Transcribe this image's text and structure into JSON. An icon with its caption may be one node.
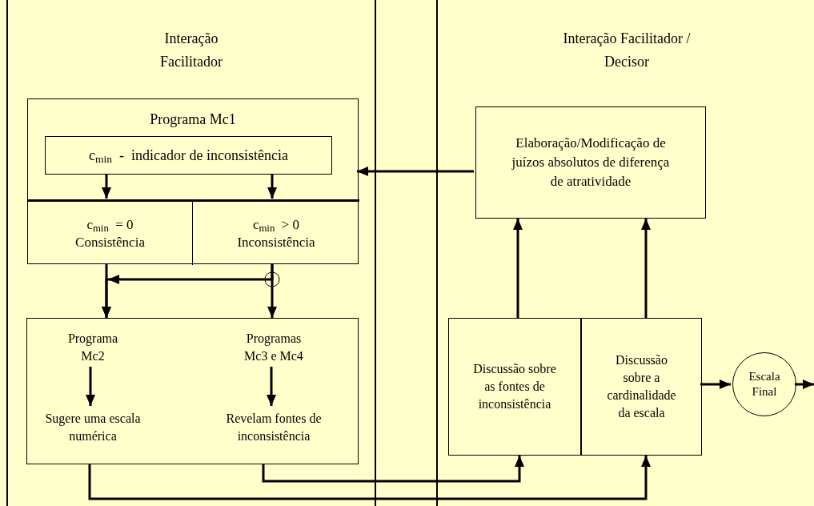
{
  "diagram": {
    "nodes": [
      {
        "text": [
          "Interação Facilitador"
        ]
      },
      {
        "text": [
          "Interação Facilitador / Decisor"
        ]
      },
      {
        "text": [
          "Programa Mc1"
        ],
        "in": 0
      },
      {
        "text": [
          "c$_{min}$  -  indicador de inconsistência"
        ],
        "in": 2
      },
      {
        "text": [
          "c$_{min}$  = 0",
          "Consistência"
        ],
        "in": 2
      },
      {
        "text": [
          "c$_{min}$  > 0",
          "Inconsistência"
        ],
        "in": 2
      },
      {
        "text": [],
        "shape": "box",
        "in": 0
      },
      {
        "text": [
          "Programa Mc2"
        ],
        "in": 6
      },
      {
        "text": [
          "Sugere uma escala numérica"
        ],
        "in": 6
      },
      {
        "text": [
          "Programas Mc3 e Mc4"
        ],
        "in": 6
      },
      {
        "text": [
          "Revelam fontes de inconsistência"
        ],
        "in": 6
      },
      {
        "text": [
          "Elaboração/Modificação de juízos absolutos de diferença de atratividade"
        ],
        "in": 1
      },
      {
        "text": [
          "Discussão sobre as fontes de inconsistência"
        ],
        "in": 1
      },
      {
        "text": [
          "Discussão sobre a cardinalidade da escala"
        ],
        "in": 1
      },
      {
        "text": [
          "Escala Final"
        ],
        "in": 1
      }
    ],
    "edges": [
      {
        "from": 3,
        "to": 4,
        "arrow": "to"
      },
      {
        "from": 3,
        "to": 5,
        "arrow": "to"
      },
      {
        "from": 4,
        "to": 6,
        "arrow": "to"
      },
      {
        "from": 5,
        "to": 6,
        "arrow": "to"
      },
      {
        "from": 5,
        "to": 6,
        "arrow": "to"
      },
      {
        "from": 7,
        "to": 8,
        "arrow": "to"
      },
      {
        "from": 9,
        "to": 10,
        "arrow": "to"
      },
      {
        "from": 11,
        "to": 2,
        "arrow": "to"
      },
      {
        "from": 12,
        "to": 11,
        "arrow": "to"
      },
      {
        "from": 13,
        "to": 11,
        "arrow": "to"
      },
      {
        "from": 13,
        "to": 14,
        "arrow": "to"
      },
      {
        "from": 14,
        "to": null,
        "arrow": "to"
      },
      {
        "from": 6,
        "to": 12,
        "arrow": "to"
      },
      {
        "from": 6,
        "to": 13,
        "arrow": "to"
      }
    ]
  }
}
